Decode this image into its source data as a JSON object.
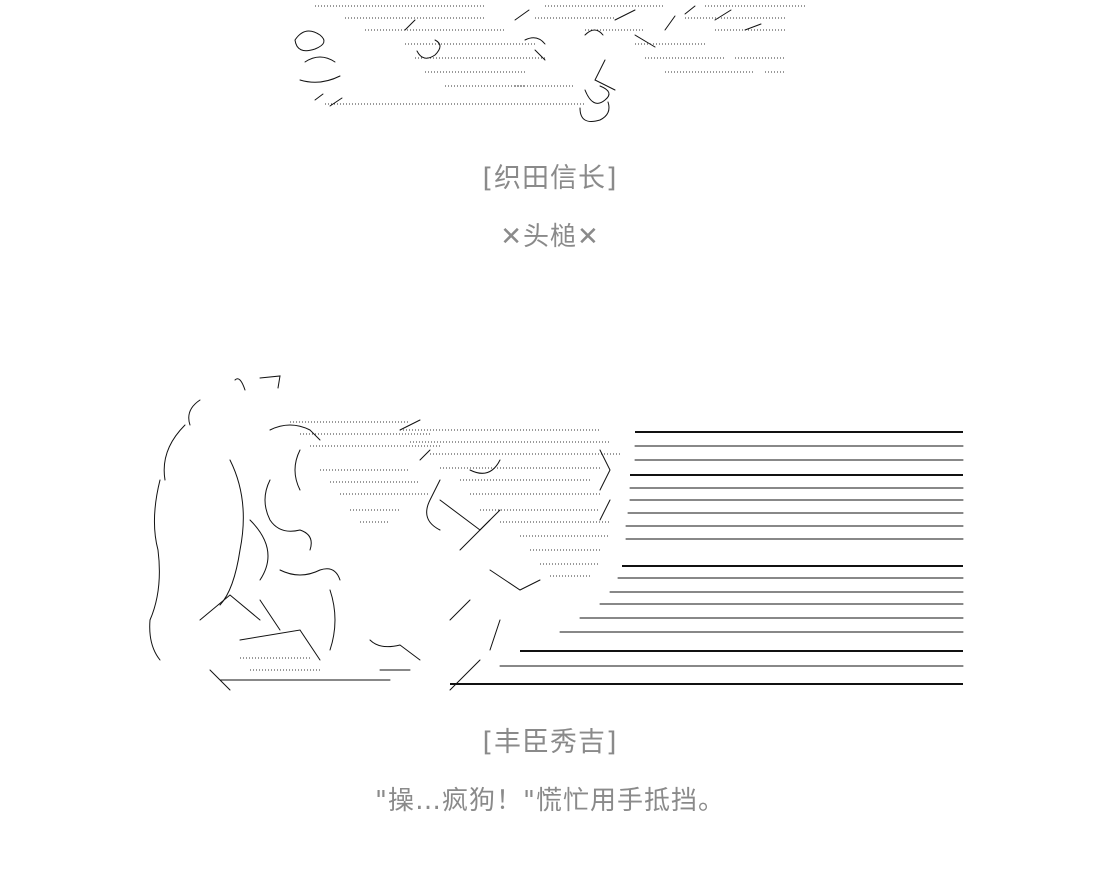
{
  "panels": [
    {
      "character_name": "[织田信长]",
      "caption": "✕头槌✕"
    },
    {
      "character_name": "[丰臣秀吉]",
      "caption": "\"操…疯狗！\"慌忙用手抵挡。"
    }
  ],
  "colors": {
    "background": "#ffffff",
    "caption_text": "#8a8a8a",
    "ink": "#111111"
  }
}
